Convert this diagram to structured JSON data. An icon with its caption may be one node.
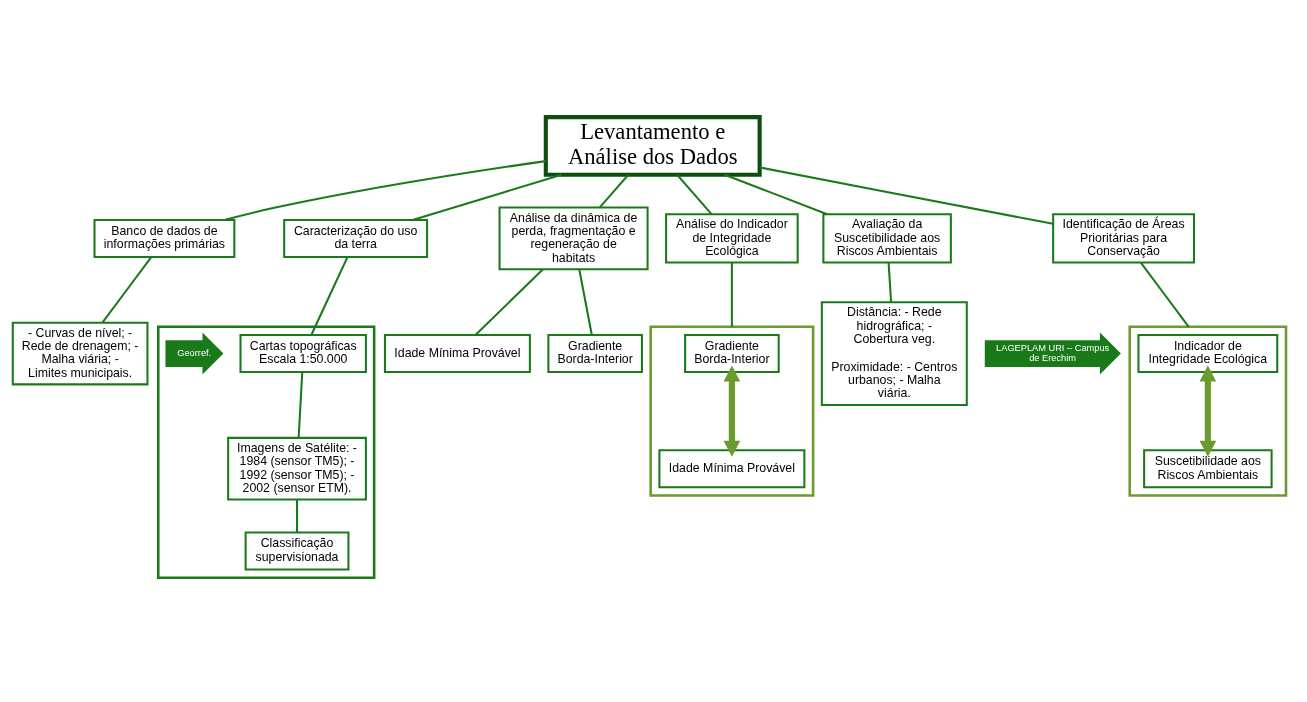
{
  "diagram": {
    "nodes": [
      {
        "text": [
          "Levantamento e Análise dos Dados"
        ]
      },
      {
        "text": [
          "Banco de dados de informações primárias"
        ]
      },
      {
        "text": [
          "LAGEPLAM URI – Campus de Erechim"
        ]
      },
      {
        "text": [
          "- Curvas de nível; - Rede de drenagem; - Malha viária; - Limites municipais."
        ]
      },
      {
        "text": [
          "Caracterização do uso da terra"
        ]
      },
      {
        "text": [],
        "shape": "box"
      },
      {
        "text": [
          "Cartas topográficas Escala 1:50.000"
        ],
        "in": 5
      },
      {
        "text": [
          "Georref."
        ],
        "in": 5
      },
      {
        "text": [
          "Imagens de Satélite: - 1984 (sensor TM5); - 1992 (sensor TM5); - 2002 (sensor ETM)."
        ],
        "in": 5
      },
      {
        "text": [
          "Classificação supervisionada"
        ],
        "in": 5
      },
      {
        "text": [
          "Análise da dinâmica de perda, fragmentação e regeneração de habitats"
        ]
      },
      {
        "text": [
          "Idade Mínima Provável"
        ]
      },
      {
        "text": [
          "Gradiente Borda-Interior"
        ]
      },
      {
        "text": [
          "Análise do Indicador de Integridade Ecológica"
        ]
      },
      {
        "text": [],
        "shape": "box"
      },
      {
        "text": [
          "Gradiente Borda-Interior"
        ],
        "in": 14
      },
      {
        "text": [
          "Idade Mínima Provável"
        ],
        "in": 14
      },
      {
        "text": [
          "Avaliação da Suscetibilidade aos Riscos Ambientais"
        ]
      },
      {
        "text": [
          "Distância: - Rede hidrográfica; - Cobertura veg.",
          "Proximidade: - Centros urbanos; - Malha viária."
        ]
      },
      {
        "text": [
          "Identificação de Áreas Prioritárias para Conservação"
        ]
      },
      {
        "text": [],
        "shape": "box"
      },
      {
        "text": [
          "Indicador de Integridade Ecológica"
        ],
        "in": 20
      },
      {
        "text": [
          "Suscetibilidade aos Riscos Ambientais"
        ],
        "in": 20
      }
    ],
    "edges": [
      {
        "from": 0,
        "to": 1,
        "arrow": "none"
      },
      {
        "from": 0,
        "to": 4,
        "arrow": "none"
      },
      {
        "from": 0,
        "to": 10,
        "arrow": "none"
      },
      {
        "from": 0,
        "to": 13,
        "arrow": "none"
      },
      {
        "from": 0,
        "to": 17,
        "arrow": "none"
      },
      {
        "from": 0,
        "to": 19,
        "arrow": "none"
      },
      {
        "from": 1,
        "to": 3,
        "arrow": "none"
      },
      {
        "from": 4,
        "to": 6,
        "arrow": "none"
      },
      {
        "from": 6,
        "to": 8,
        "arrow": "none"
      },
      {
        "from": 8,
        "to": 9,
        "arrow": "none"
      },
      {
        "from": 10,
        "to": 11,
        "arrow": "none"
      },
      {
        "from": 10,
        "to": 12,
        "arrow": "none"
      },
      {
        "from": 13,
        "to": 14,
        "arrow": "none"
      },
      {
        "from": 15,
        "to": 16,
        "arrow": "both",
        "style": "thick",
        "color": "#6b9a2e"
      },
      {
        "from": 17,
        "to": 18,
        "arrow": "none"
      },
      {
        "from": 19,
        "to": 20,
        "arrow": "none"
      },
      {
        "from": 21,
        "to": 22,
        "arrow": "both",
        "style": "thick",
        "color": "#6b9a2e"
      }
    ]
  }
}
